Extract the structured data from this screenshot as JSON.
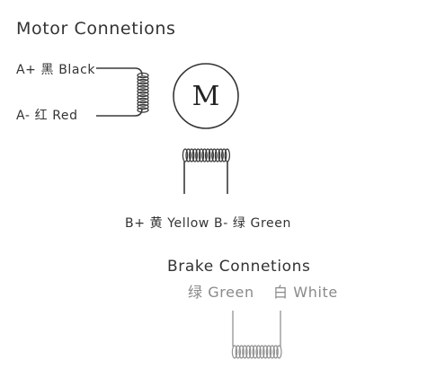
{
  "motor": {
    "title": "Motor Connetions",
    "a_plus": "A+ 黑 Black",
    "a_minus": "A- 红 Red",
    "symbol": "M",
    "b_phase": "B+ 黄 Yellow B- 绿 Green"
  },
  "brake": {
    "title": "Brake Connetions",
    "green": "绿 Green",
    "white": "白 White"
  }
}
